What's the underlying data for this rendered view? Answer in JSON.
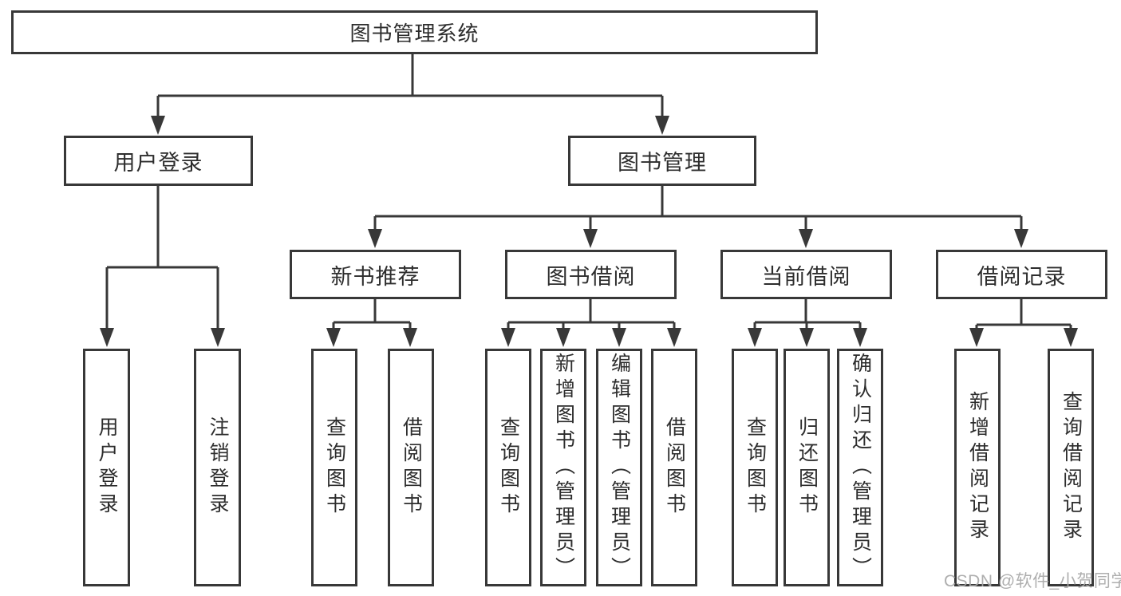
{
  "diagram": {
    "colors": {
      "line": "#383838",
      "box_background": "#ffffff",
      "text": "#2d2d2d",
      "watermark": "#a8a8a8"
    },
    "nodes": {
      "root": "图书管理系统",
      "user_login": "用户登录",
      "book_management": "图书管理",
      "new_book_recommend": "新书推荐",
      "book_borrowing": "图书借阅",
      "current_borrowing": "当前借阅",
      "borrowing_records": "借阅记录",
      "leaf_user_login": "用户登录",
      "leaf_logout": "注销登录",
      "leaf_nb_query_books": "查询图书",
      "leaf_nb_borrow_books": "借阅图书",
      "leaf_bb_query_books": "查询图书",
      "leaf_bb_add_books": "新增图书（管理员）",
      "leaf_bb_edit_books": "编辑图书（管理员）",
      "leaf_bb_borrow_books": "借阅图书",
      "leaf_cb_query_books": "查询图书",
      "leaf_cb_return_books": "归还图书",
      "leaf_cb_confirm_return": "确认归还（管理员）",
      "leaf_br_add_record": "新增借阅记录",
      "leaf_br_query_record": "查询借阅记录"
    }
  },
  "watermark": {
    "text": "CSDN @软件_小贺同学"
  }
}
